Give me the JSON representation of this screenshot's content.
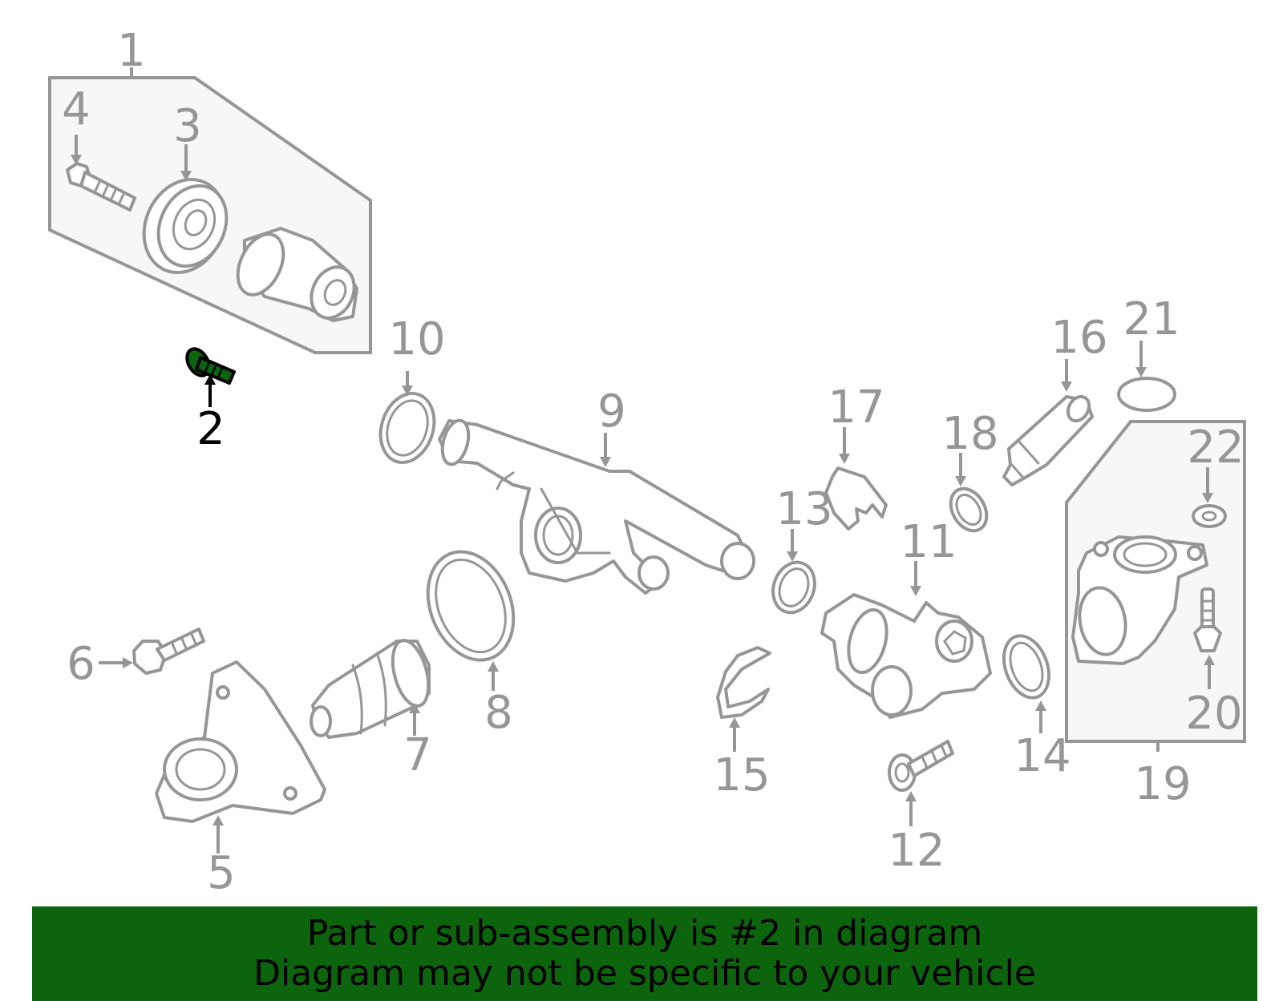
{
  "highlight_color": "#0c640c",
  "part_color": "#969696",
  "callouts": [
    "1",
    "2",
    "3",
    "4",
    "5",
    "6",
    "7",
    "8",
    "9",
    "10",
    "11",
    "12",
    "13",
    "14",
    "15",
    "16",
    "17",
    "18",
    "19",
    "20",
    "21",
    "22"
  ],
  "highlighted_callout": "2",
  "banner": {
    "line1": "Part or sub-assembly is #2 in diagram",
    "line2": "Diagram may not be specific to your vehicle"
  }
}
